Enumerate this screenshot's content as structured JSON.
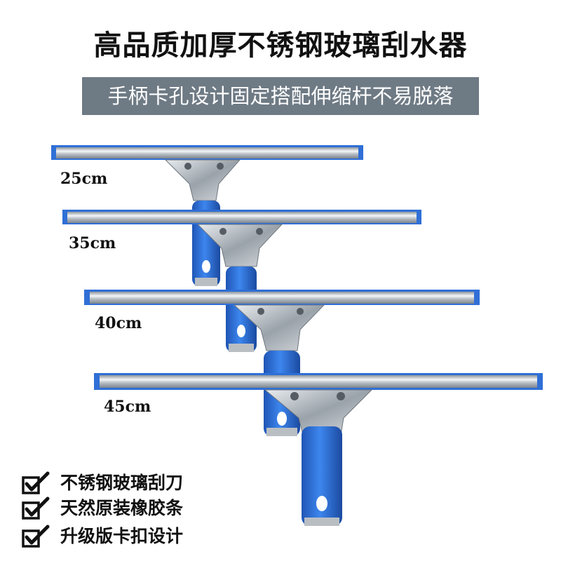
{
  "title": "高品质加厚不锈钢玻璃刮水器",
  "subtitle": "手柄卡孔设计固定搭配伸缩杆不易脱落",
  "sizes": [
    "25cm",
    "35cm",
    "40cm",
    "45cm"
  ],
  "features": [
    "不锈钢玻璃刮刀",
    "天然原装橡胶条",
    "升级版卡扣设计"
  ],
  "colors": {
    "handle_blue": "#2f6fd6",
    "rubber_blue": "#2f6fd6",
    "steel": "#c9ced4",
    "subtitle_bg": "#6e7a84"
  }
}
